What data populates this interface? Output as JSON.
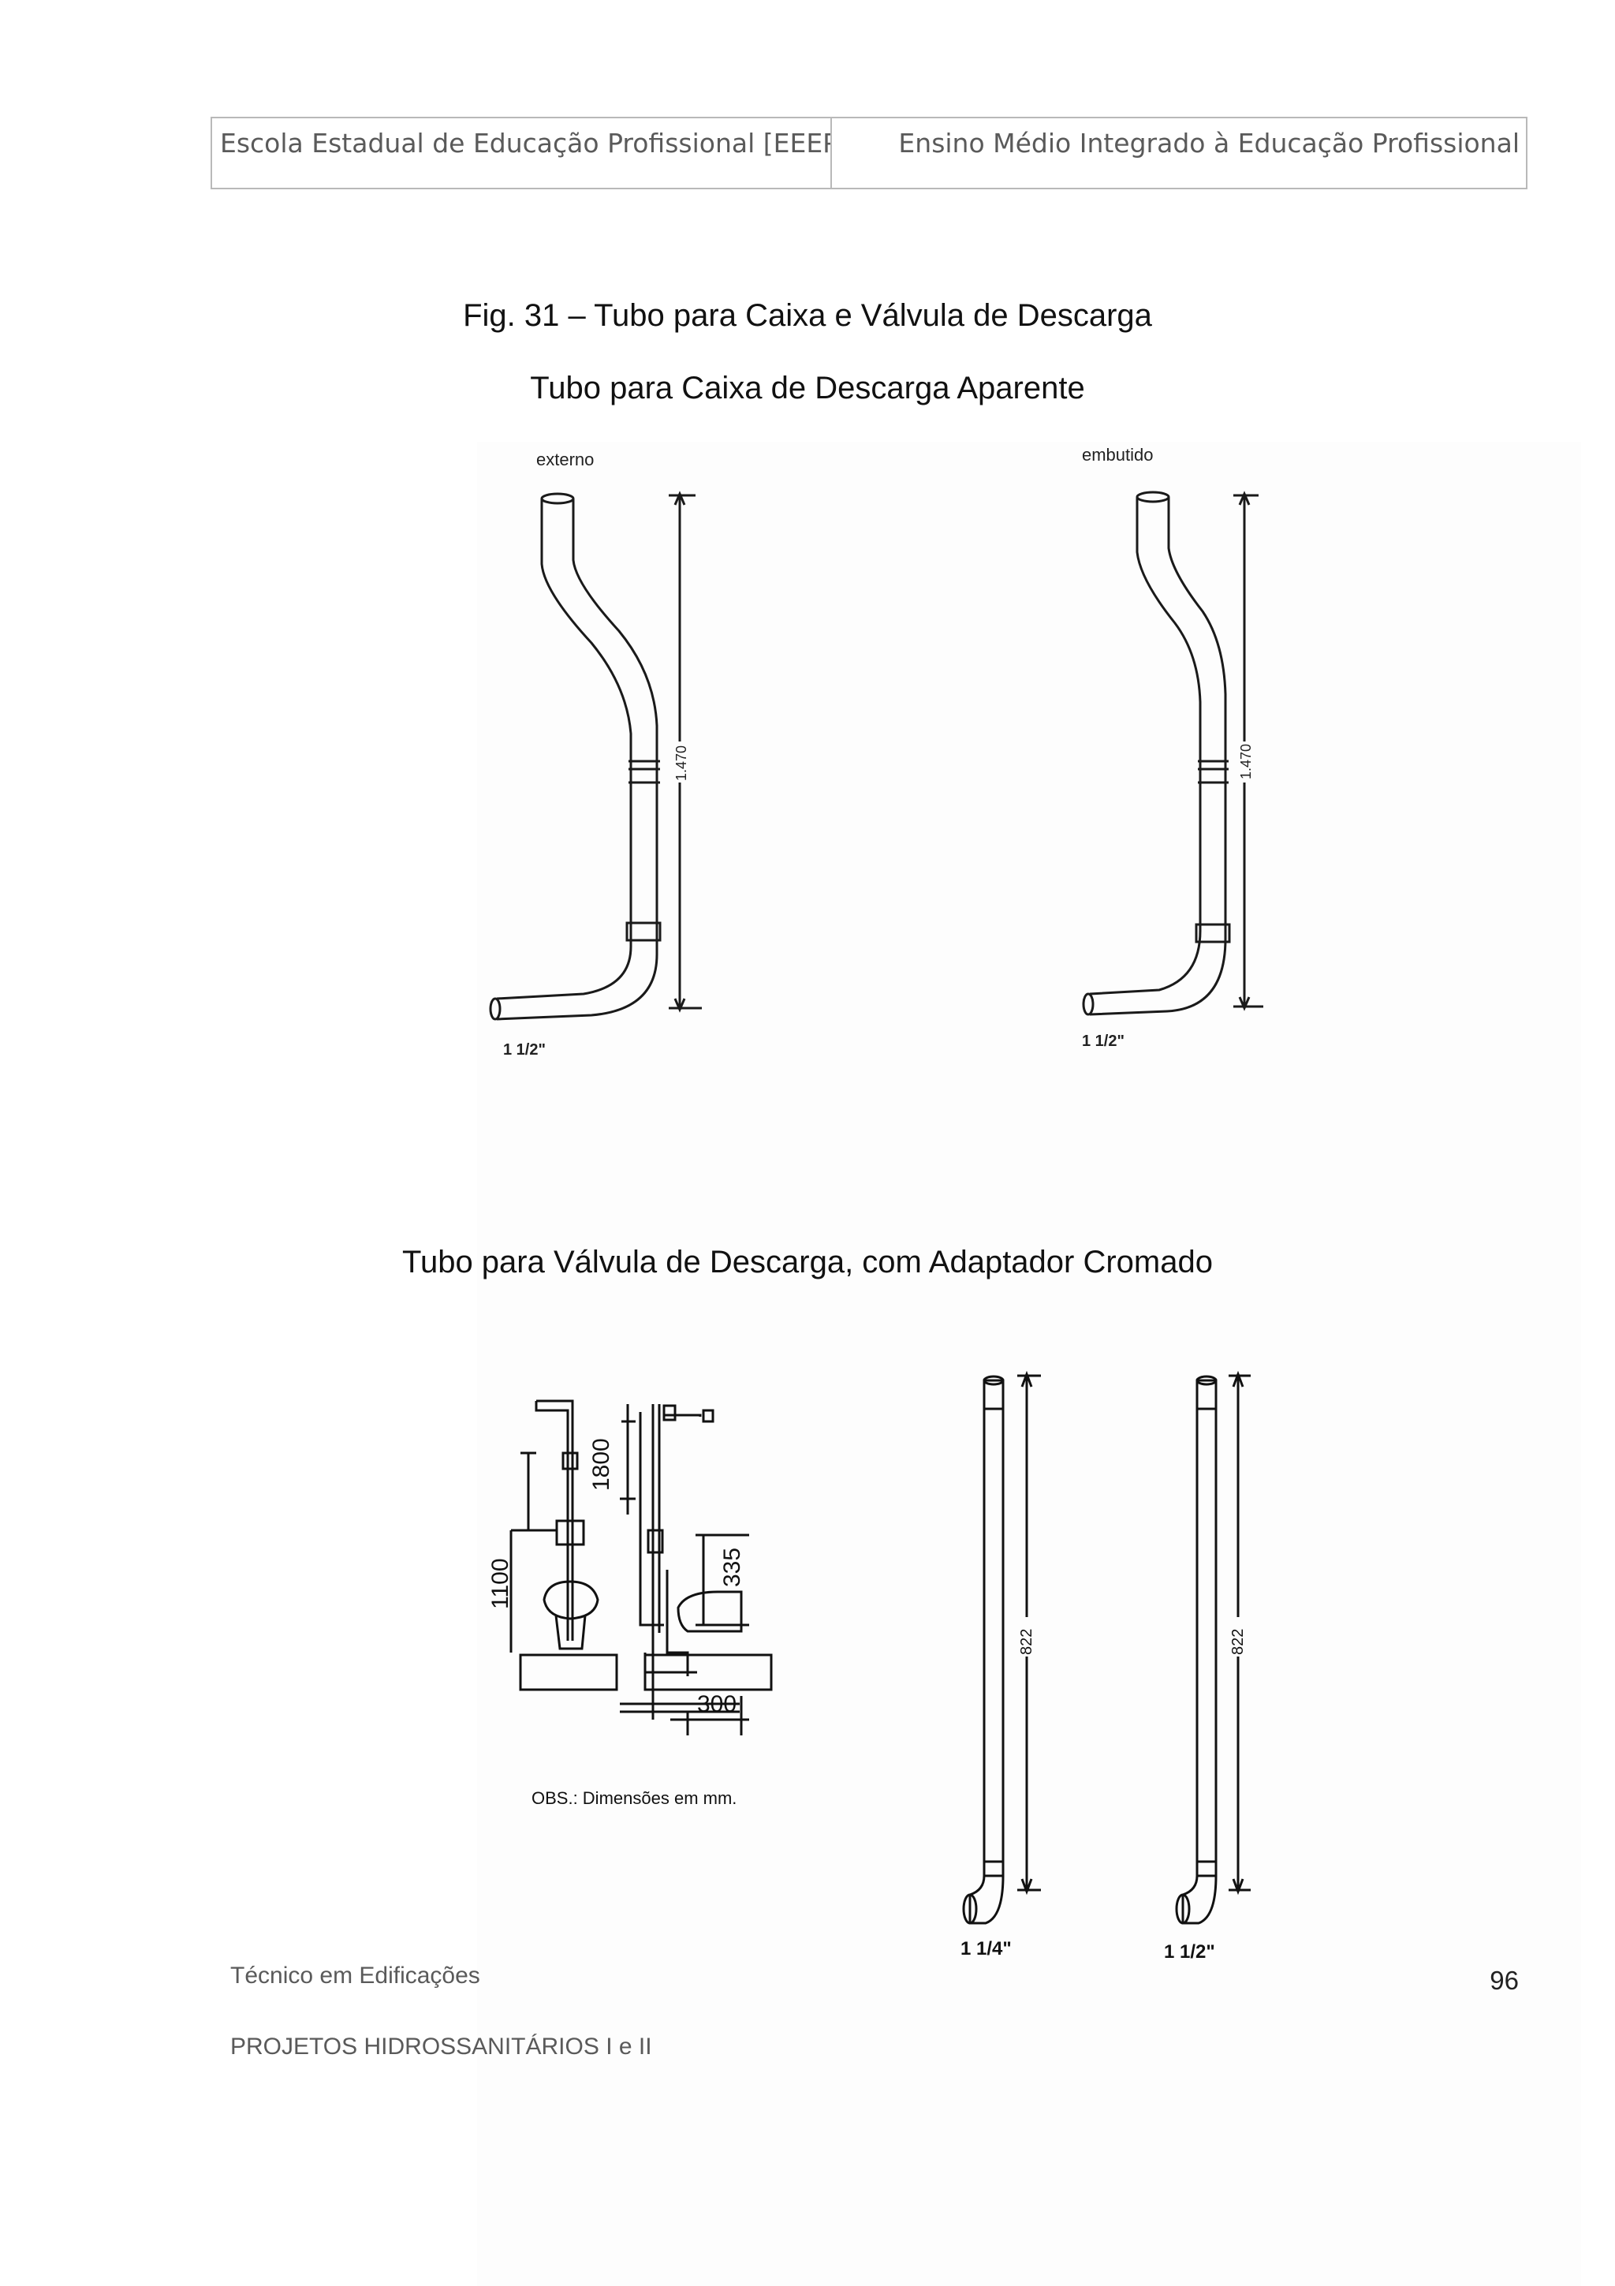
{
  "header": {
    "left": "Escola Estadual de Educação Profissional [EEEP]",
    "right": "Ensino Médio Integrado à Educação Profissional"
  },
  "figure": {
    "caption": "Fig. 31 – Tubo para Caixa e Válvula de Descarga",
    "subtitle_top": "Tubo para Caixa de Descarga Aparente",
    "subtitle_bottom": "Tubo para Válvula de Descarga, com Adaptador Cromado"
  },
  "top_drawings": {
    "left_label": "externo",
    "right_label": "embutido",
    "left_dimension": "1.470",
    "right_dimension": "1.470",
    "left_diameter": "1 1/2\"",
    "right_diameter": "1 1/2\""
  },
  "bottom_drawings": {
    "dim_1800": "1800",
    "dim_1100": "1100",
    "dim_335": "335",
    "dim_300": "300",
    "obs_note": "OBS.: Dimensões em mm.",
    "tube_a_dimension": "822",
    "tube_b_dimension": "822",
    "tube_a_diameter": "1 1/4\"",
    "tube_b_diameter": "1 1/2\""
  },
  "footer": {
    "course": "Técnico em Edificações",
    "page_number": "96",
    "subject": "PROJETOS HIDROSSANITÁRIOS I e II"
  }
}
